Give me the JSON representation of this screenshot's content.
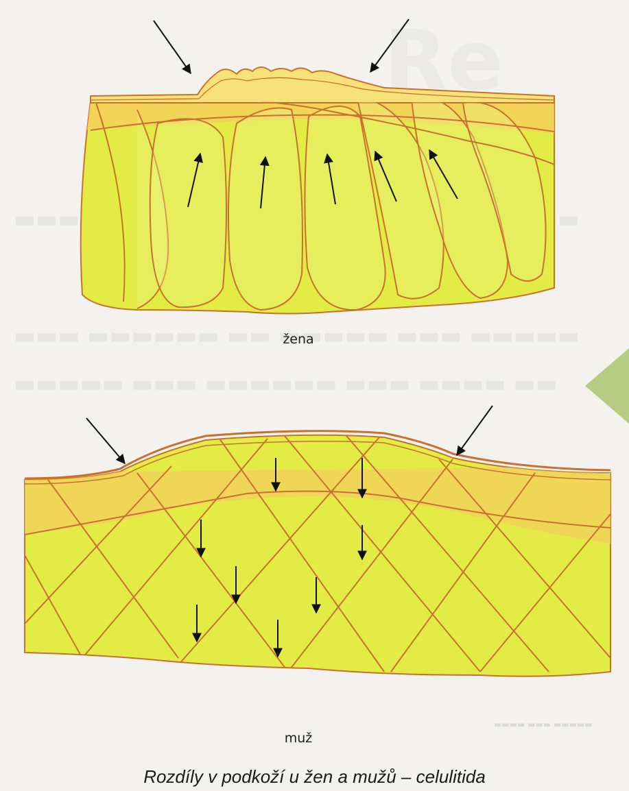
{
  "labels": {
    "woman": "žena",
    "man": "muž"
  },
  "caption": "Rozdíly v podkoží u žen a mužů – celulitida",
  "colors": {
    "fat": "#e2ec45",
    "fat_light": "#eef38a",
    "dermis": "#f4d15a",
    "septa": "#c8712e",
    "arrow": "#111111"
  }
}
